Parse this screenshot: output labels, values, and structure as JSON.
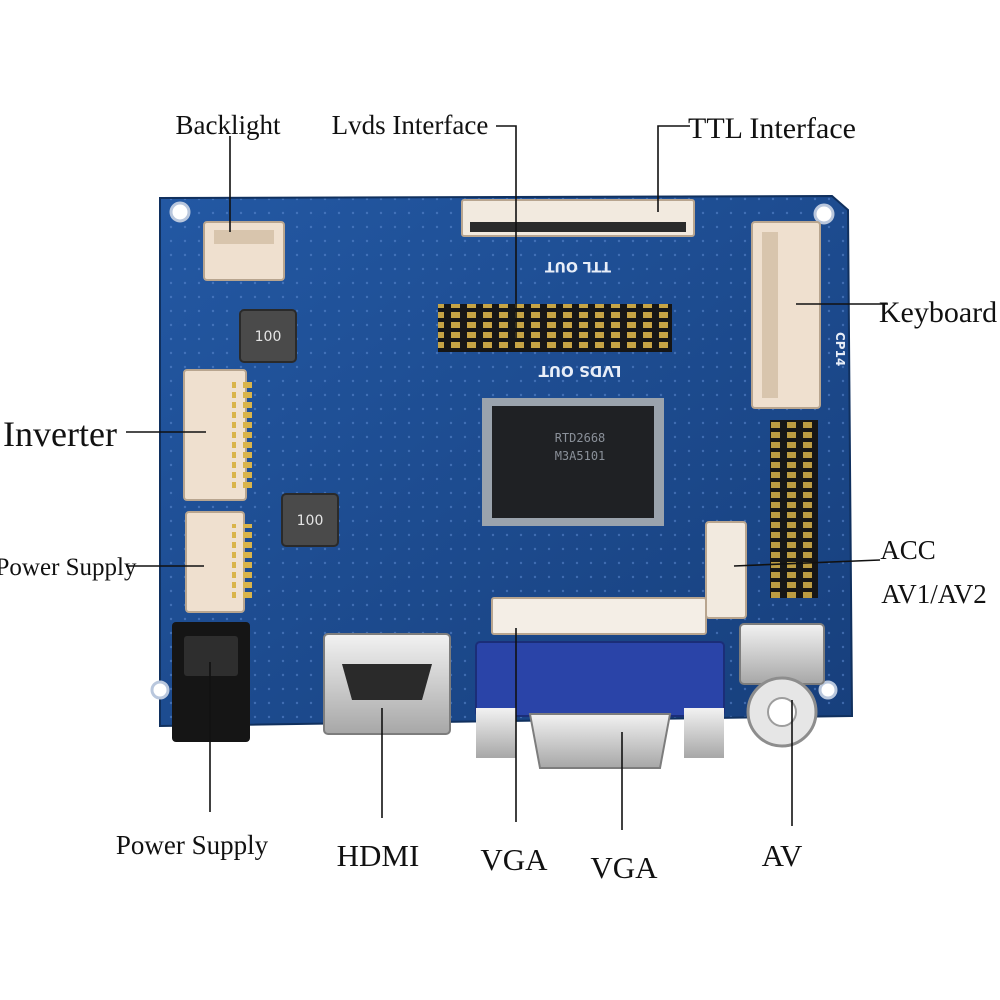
{
  "labels": {
    "backlight": "Backlight",
    "lvds_interface": "Lvds Interface",
    "ttl_interface": "TTL Interface",
    "keyboard": "Keyboard",
    "inverter": "Inverter",
    "power_supply_left": "Power Supply",
    "acc": "ACC",
    "av1_av2": "AV1/AV2",
    "power_supply_bottom": "Power Supply",
    "hdmi": "HDMI",
    "vga_left": "VGA",
    "vga_right": "VGA",
    "av": "AV"
  },
  "board": {
    "silk_ttl": "TTL OUT",
    "silk_lvds": "LVDS OUT",
    "silk_cp": "CP14",
    "inductor_a": "100",
    "inductor_b": "100",
    "chip_line1": "RTD2668",
    "chip_line2": "M3A5101",
    "colors": {
      "pcb": "#1f4f93",
      "pcb_dark": "#153a70",
      "connector": "#efe0cf",
      "vga_blue": "#2a44a8"
    }
  }
}
